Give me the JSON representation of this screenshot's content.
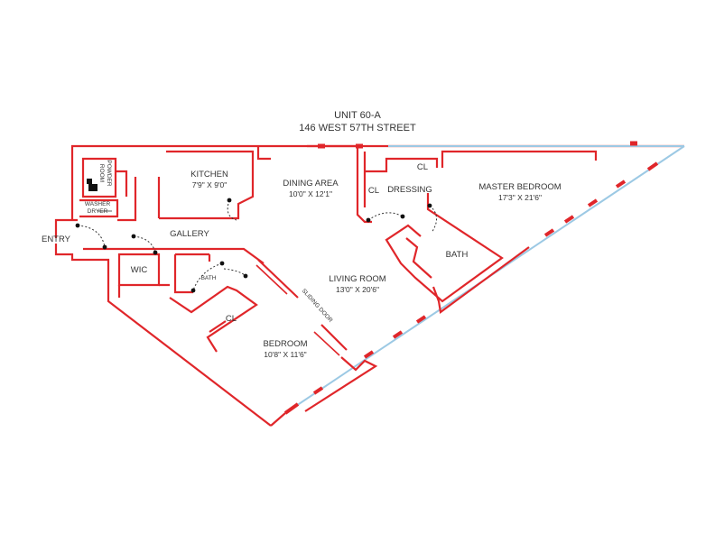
{
  "header": {
    "unit": "UNIT 60-A",
    "address": "146 WEST 57TH STREET"
  },
  "rooms": {
    "kitchen": {
      "name": "KITCHEN",
      "dims": "7'9\" X 9'0\""
    },
    "dining": {
      "name": "DINING AREA",
      "dims": "10'0\" X 12'1\""
    },
    "master": {
      "name": "MASTER BEDROOM",
      "dims": "17'3\" X 21'6\""
    },
    "living": {
      "name": "LIVING ROOM",
      "dims": "13'0\" X 20'6\""
    },
    "bedroom": {
      "name": "BEDROOM",
      "dims": "10'8\" X 11'6\""
    },
    "powder_line1": "POWDER",
    "powder_line2": "ROOM",
    "washer_line1": "WASHER",
    "washer_line2": "DRYER",
    "entry": "ENTRY",
    "gallery": "GALLERY",
    "wic": "WIC",
    "bath_small": "BATH",
    "bath_master": "BATH",
    "dressing": "DRESSING",
    "cl_dressing": "CL",
    "cl_master": "CL",
    "cl_bedroom": "CL",
    "sliding_door": "SLIDING DOOR"
  }
}
